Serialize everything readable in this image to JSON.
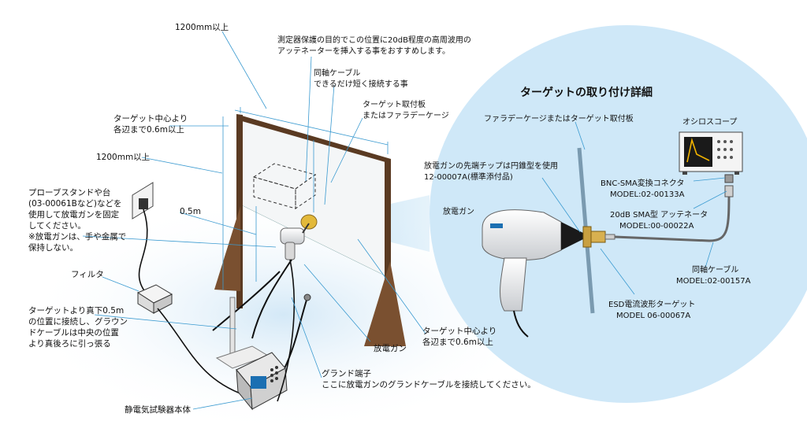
{
  "diagram": {
    "colors": {
      "accent": "#3a9ad0",
      "panel_frame": "#5a3a22",
      "circle_bg": "#cfe8f8"
    },
    "labels": {
      "dim_top": "1200mm以上",
      "attenuator_note_1": "測定器保護の目的でこの位置に20dB程度の高周波用の",
      "attenuator_note_2": "アッテネーターを挿入する事をおすすめします。",
      "coax_note_1": "同軸ケーブル",
      "coax_note_2": "できるだけ短く接続する事",
      "target_plate_1": "ターゲット取付板",
      "target_plate_2": "またはファラデーケージ",
      "center_top_1": "ターゲット中心より",
      "center_top_2": "各辺まで0.6m以上",
      "dim_left": "1200mm以上",
      "probe_1": "プローブスタンドや台",
      "probe_2": "(03-00061Bなど)などを",
      "probe_3": "使用して放電ガンを固定",
      "probe_4": "してください。",
      "probe_5": "※放電ガンは、手や金属で",
      "probe_6": "保持しない。",
      "half_m": "0.5m",
      "filter": "フィルタ",
      "ground_1": "ターゲットより真下0.5m",
      "ground_2": "の位置に接続し、グラウン",
      "ground_3": "ドケーブルは中央の位置",
      "ground_4": "より真後ろに引っ張る",
      "gun_bottom": "放電ガン",
      "center_bottom_1": "ターゲット中心より",
      "center_bottom_2": "各辺まで0.6m以上",
      "gnd_terminal_1": "グランド端子",
      "gnd_terminal_2": "ここに放電ガンのグランドケーブルを接続してください。",
      "tester": "静電気試験器本体"
    },
    "detail": {
      "title": "ターゲットの取り付け詳細",
      "faraday": "ファラデーケージまたはターゲット取付板",
      "tip_1": "放電ガンの先端チップは円錐型を使用",
      "tip_2": "12-00007A(標準添付品)",
      "gun": "放電ガン",
      "scope": "オシロスコープ",
      "bnc_1": "BNC-SMA変換コネクタ",
      "bnc_2": "MODEL:02-00133A",
      "att_1": "20dB SMA型 アッテネータ",
      "att_2": "MODEL:00-00022A",
      "cable_1": "同軸ケーブル",
      "cable_2": "MODEL:02-00157A",
      "esd_1": "ESD電流波形ターゲット",
      "esd_2": "MODEL 06-00067A"
    }
  }
}
